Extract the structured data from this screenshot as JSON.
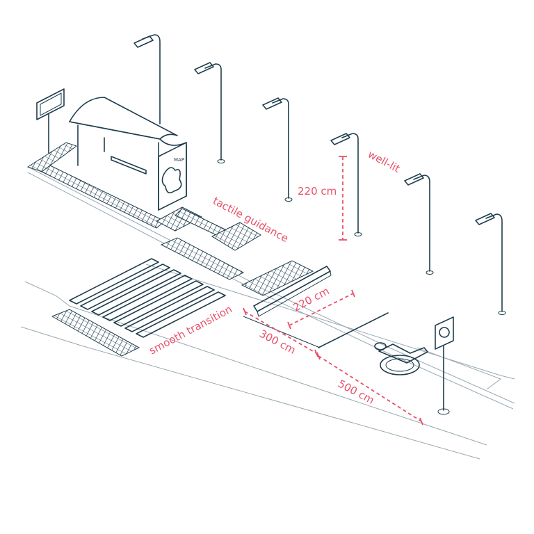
{
  "labels": {
    "well_lit": "well-lit",
    "height_220": "220 cm",
    "tactile_guidance": "tactile guidance",
    "width_220": "220 cm",
    "depth_300": "300 cm",
    "length_500": "500 cm",
    "smooth_transition": "smooth transition",
    "map": "MAP"
  },
  "icons": {
    "shelter": "bus-shelter-icon",
    "lamp": "street-lamp-icon",
    "wheelchair": "wheelchair-symbol-icon",
    "sign": "accessible-parking-sign-icon",
    "info_board": "information-board-icon"
  },
  "colors": {
    "ink": "#1f3d4d",
    "annotation": "#e8506a",
    "background": "#ffffff"
  }
}
